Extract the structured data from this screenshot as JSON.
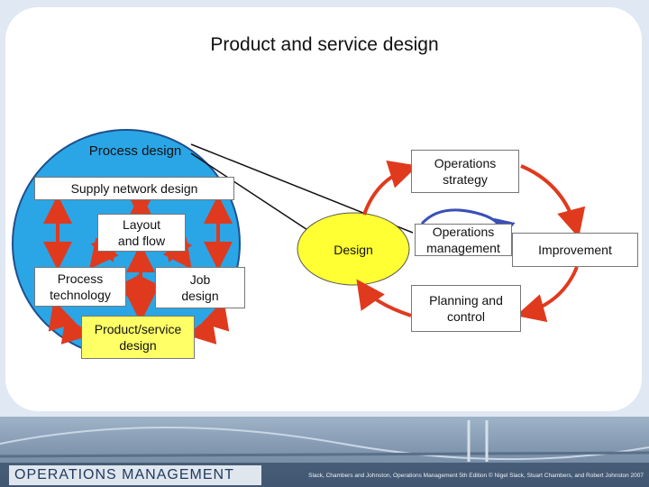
{
  "title": "Product and service design",
  "left_diagram": {
    "circle_label": "Process design",
    "supply_network": "Supply network design",
    "layout_flow": "Layout\nand flow",
    "process_technology": "Process\ntechnology",
    "job_design": "Job\ndesign",
    "product_service": "Product/service\ndesign"
  },
  "right_diagram": {
    "operations_strategy": "Operations\nstrategy",
    "design": "Design",
    "operations_management": "Operations\nmanagement",
    "improvement": "Improvement",
    "planning_control": "Planning and\ncontrol"
  },
  "footer": {
    "logo": "OPERATIONS MANAGEMENT",
    "credit": "Slack, Chambers and Johnston, Operations Management 5th Edition © Nigel Slack, Stuart Chambers, and Robert Johnston 2007"
  },
  "colors": {
    "circle_fill": "#2aa6e6",
    "highlight_fill": "#ffff66",
    "arrow_red": "#e03a1e",
    "arrow_blue": "#3a4fb8"
  }
}
